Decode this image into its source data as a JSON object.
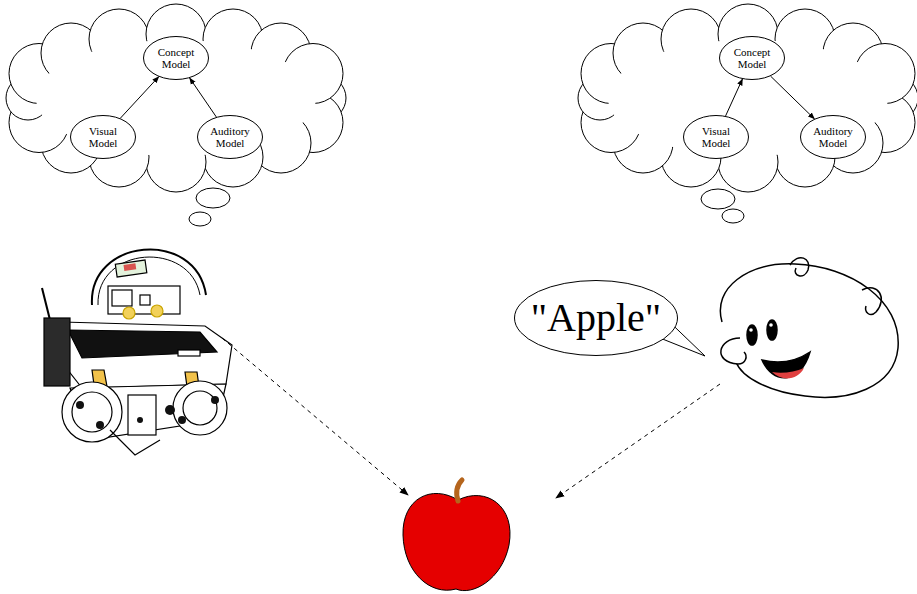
{
  "diagram": {
    "nodes": [
      {
        "text": [
          "Concept Model"
        ]
      },
      {
        "text": [
          "Visual Model"
        ]
      },
      {
        "text": [
          "Auditory Model"
        ]
      },
      {
        "text": [
          "Concept Model"
        ]
      },
      {
        "text": [
          "Visual Model"
        ]
      },
      {
        "text": [
          "Auditory Model"
        ]
      },
      {
        "text": [
          "\"Apple\""
        ]
      }
    ],
    "edges": [
      {
        "from": 1,
        "to": 0,
        "arrow": "to"
      },
      {
        "from": 2,
        "to": 0,
        "arrow": "to"
      },
      {
        "from": 4,
        "to": 3,
        "arrow": "to"
      },
      {
        "from": 3,
        "to": 5,
        "arrow": "to"
      }
    ]
  }
}
